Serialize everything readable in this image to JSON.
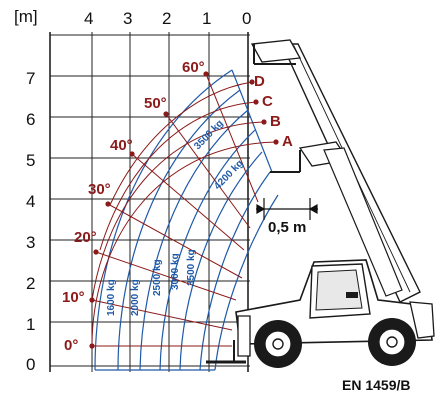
{
  "axes": {
    "unit_label": "[m]",
    "x_ticks": [
      "4",
      "3",
      "2",
      "1",
      "0"
    ],
    "y_ticks": [
      "0",
      "1",
      "2",
      "3",
      "4",
      "5",
      "6",
      "7"
    ]
  },
  "boom_angles": [
    "0°",
    "10°",
    "20°",
    "30°",
    "40°",
    "50°",
    "60°"
  ],
  "extension_points": [
    "A",
    "B",
    "C",
    "D"
  ],
  "load_zones": [
    "1600 kg",
    "2000 kg",
    "2500 kg",
    "3000 kg",
    "3500 kg",
    "3500 kg",
    "4200 kg"
  ],
  "dimension_label": "0,5 m",
  "standard_label": "EN 1459/B",
  "colors": {
    "grid": "#222222",
    "angle_lines": "#8b1a1a",
    "load_curves": "#1f5aa8",
    "machine": "#1a1a1a"
  }
}
